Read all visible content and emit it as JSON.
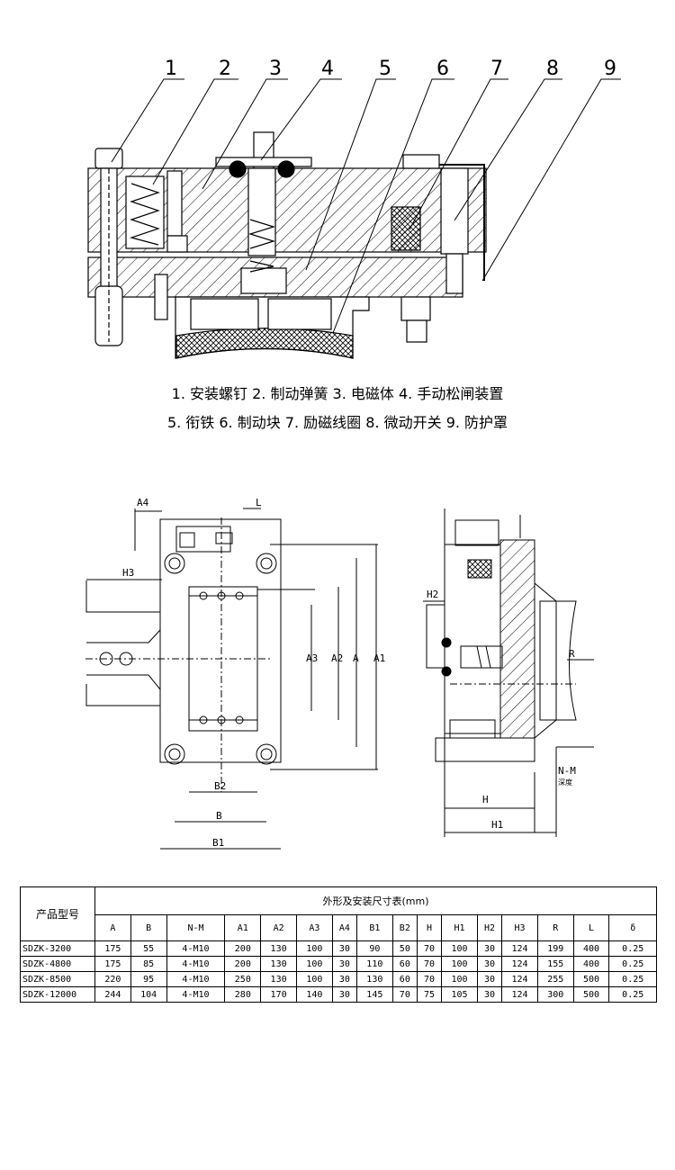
{
  "callouts": [
    "1",
    "2",
    "3",
    "4",
    "5",
    "6",
    "7",
    "8",
    "9"
  ],
  "caption_line1": "1. 安装螺钉  2. 制动弹簧  3. 电磁体  4. 手动松闸装置",
  "caption_line2": "5. 衔铁  6. 制动块  7. 励磁线圈  8. 微动开关  9. 防护罩",
  "front_view_labels": {
    "A4": "A4",
    "L": "L",
    "H3": "H3",
    "A3": "A3",
    "A2": "A2",
    "A": "A",
    "A1": "A1",
    "B2": "B2",
    "B": "B",
    "B1": "B1"
  },
  "side_view_labels": {
    "H2": "H2",
    "R": "R",
    "H": "H",
    "H1": "H1",
    "NM": "N-M",
    "NM_sub": "深度"
  },
  "table": {
    "model_header": "产品型号",
    "group_header": "外形及安装尺寸表(mm)",
    "columns": [
      "A",
      "B",
      "N-M",
      "A1",
      "A2",
      "A3",
      "A4",
      "B1",
      "B2",
      "H",
      "H1",
      "H2",
      "H3",
      "R",
      "L",
      "δ"
    ],
    "rows": [
      {
        "model": "SDZK-3200",
        "values": [
          "175",
          "55",
          "4-M10",
          "200",
          "130",
          "100",
          "30",
          "90",
          "50",
          "70",
          "100",
          "30",
          "124",
          "199",
          "400",
          "0.25"
        ]
      },
      {
        "model": "SDZK-4800",
        "values": [
          "175",
          "85",
          "4-M10",
          "200",
          "130",
          "100",
          "30",
          "110",
          "60",
          "70",
          "100",
          "30",
          "124",
          "155",
          "400",
          "0.25"
        ]
      },
      {
        "model": "SDZK-8500",
        "values": [
          "220",
          "95",
          "4-M10",
          "250",
          "130",
          "100",
          "30",
          "130",
          "60",
          "70",
          "100",
          "30",
          "124",
          "255",
          "500",
          "0.25"
        ]
      },
      {
        "model": "SDZK-12000",
        "values": [
          "244",
          "104",
          "4-M10",
          "280",
          "170",
          "140",
          "30",
          "145",
          "70",
          "75",
          "105",
          "30",
          "124",
          "300",
          "500",
          "0.25"
        ]
      }
    ]
  }
}
